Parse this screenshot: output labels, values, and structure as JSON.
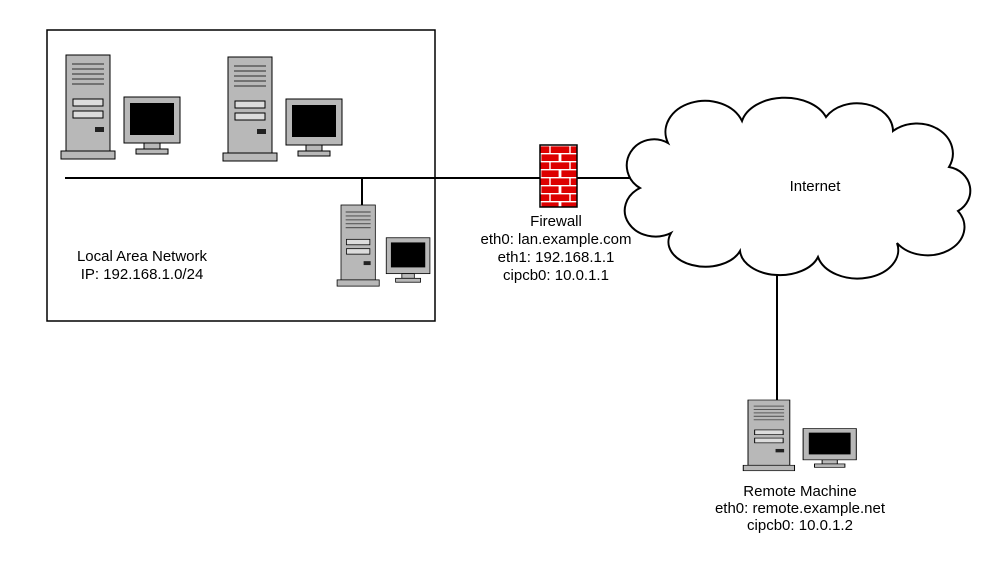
{
  "colors": {
    "firewall_brick": "#dd0000",
    "mortar_white": "#ffffff",
    "device_gray": "#b8b8b8",
    "screen_black": "#000000",
    "line_black": "#000000"
  },
  "lan": {
    "name": "Local Area Network",
    "ip": "IP: 192.168.1.0/24"
  },
  "firewall": {
    "title": "Firewall",
    "eth0": "eth0: lan.example.com",
    "eth1": "eth1: 192.168.1.1",
    "cipcb0": "cipcb0: 10.0.1.1"
  },
  "internet": {
    "label": "Internet"
  },
  "remote": {
    "title": "Remote Machine",
    "eth0": "eth0: remote.example.net",
    "cipcb0": "cipcb0: 10.0.1.2"
  },
  "icons": {
    "workstation": "computer-workstation-icon",
    "firewall": "firewall-brick-icon",
    "internet": "internet-cloud-icon"
  }
}
